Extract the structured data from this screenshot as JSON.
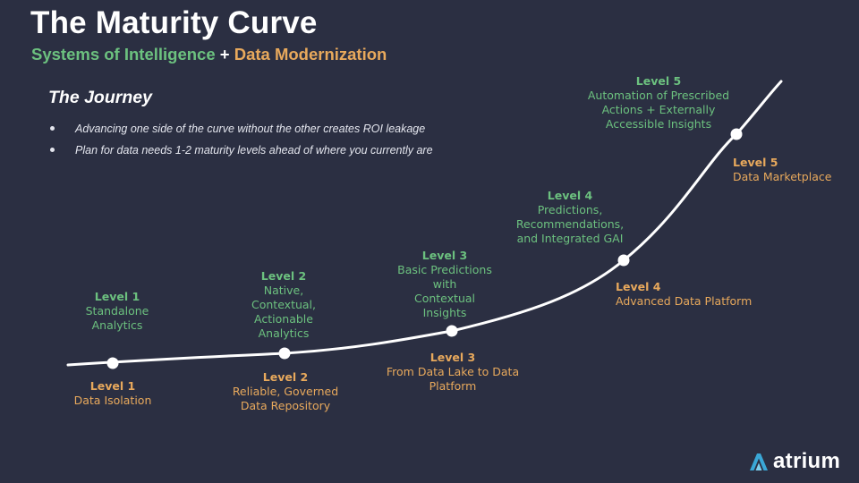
{
  "title": "The Maturity Curve",
  "subtitle": {
    "left": "Systems of Intelligence",
    "plus": "+",
    "right": "Data Modernization"
  },
  "journey": {
    "heading": "The Journey",
    "bullets": [
      "Advancing one side of the curve without the other creates ROI leakage",
      "Plan for data needs 1-2 maturity levels ahead of where you currently are"
    ]
  },
  "intelligence_levels": [
    {
      "level": "Level 1",
      "text": "Standalone\nAnalytics"
    },
    {
      "level": "Level 2",
      "text": "Native,\nContextual,\nActionable\nAnalytics"
    },
    {
      "level": "Level 3",
      "text": "Basic Predictions\nwith\nContextual\nInsights"
    },
    {
      "level": "Level 4",
      "text": "Predictions,\nRecommendations,\nand Integrated GAI"
    },
    {
      "level": "Level 5",
      "text": "Automation of Prescribed\nActions + Externally\nAccessible Insights"
    }
  ],
  "data_levels": [
    {
      "level": "Level 1",
      "text": "Data Isolation"
    },
    {
      "level": "Level 2",
      "text": "Reliable, Governed\nData Repository"
    },
    {
      "level": "Level 3",
      "text": "From Data Lake to Data\nPlatform"
    },
    {
      "level": "Level 4",
      "text": "Advanced Data Platform"
    },
    {
      "level": "Level 5",
      "text": "Data Marketplace"
    }
  ],
  "colors": {
    "background": "#2b2f42",
    "intelligence": "#6cc17f",
    "data": "#e8a95c",
    "curve": "#ffffff",
    "logo_mark": "#3aa7d6"
  },
  "logo": {
    "icon": "atrium-a-icon",
    "text": "atrium"
  }
}
